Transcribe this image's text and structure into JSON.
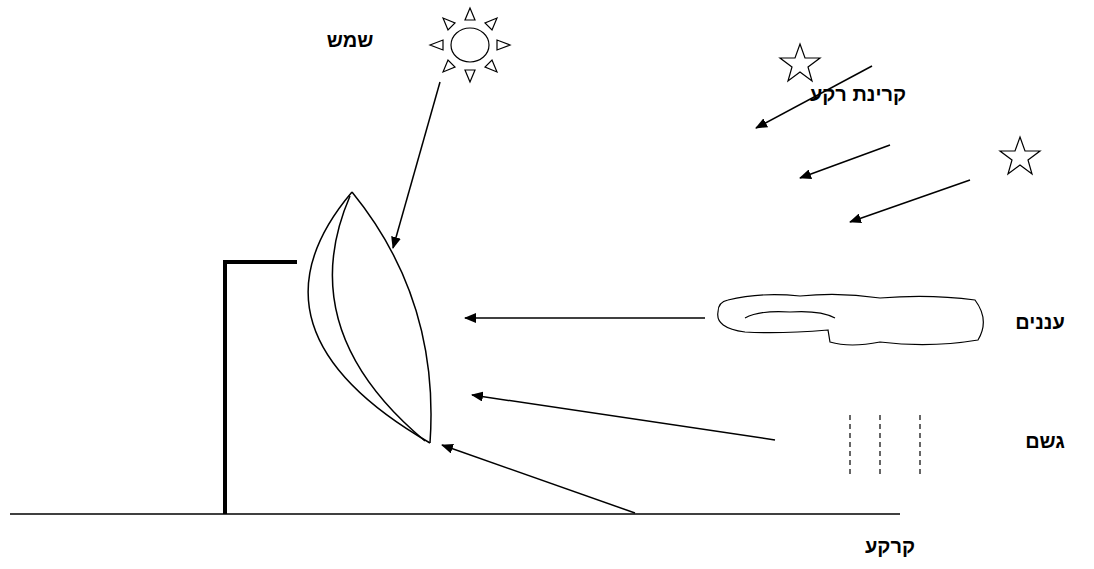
{
  "diagram": {
    "labels": [
      "שמש",
      "קרינת רקע",
      "עננים",
      "גשם",
      "קרקע"
    ]
  }
}
